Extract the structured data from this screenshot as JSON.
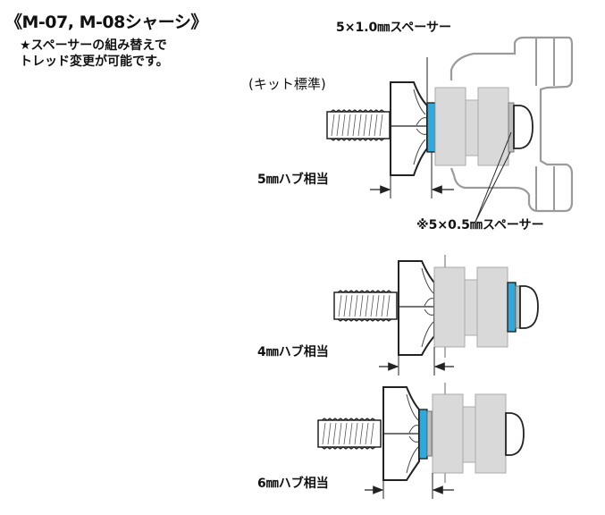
{
  "title": "《M-07, M-08シャーシ》",
  "note": {
    "line1": "★スペーサーの組み替えで",
    "line2": "トレッド変更が可能です。"
  },
  "diagrams": [
    {
      "id": "kit-standard",
      "kit_label": "(キット標準)",
      "spacer_label": "5×1.0㎜スペーサー",
      "secondary_spacer_label": "※5×0.5㎜スペーサー",
      "hub_label": "5㎜ハブ相当"
    },
    {
      "id": "hub-4mm",
      "hub_label": "4㎜ハブ相当"
    },
    {
      "id": "hub-6mm",
      "hub_label": "6㎜ハブ相当"
    }
  ],
  "colors": {
    "spacer_blue": "#2fa8dc",
    "bearing_gray": "#d9d9d9",
    "outline": "#222222",
    "knuckle_outline": "#9a9a9a"
  }
}
